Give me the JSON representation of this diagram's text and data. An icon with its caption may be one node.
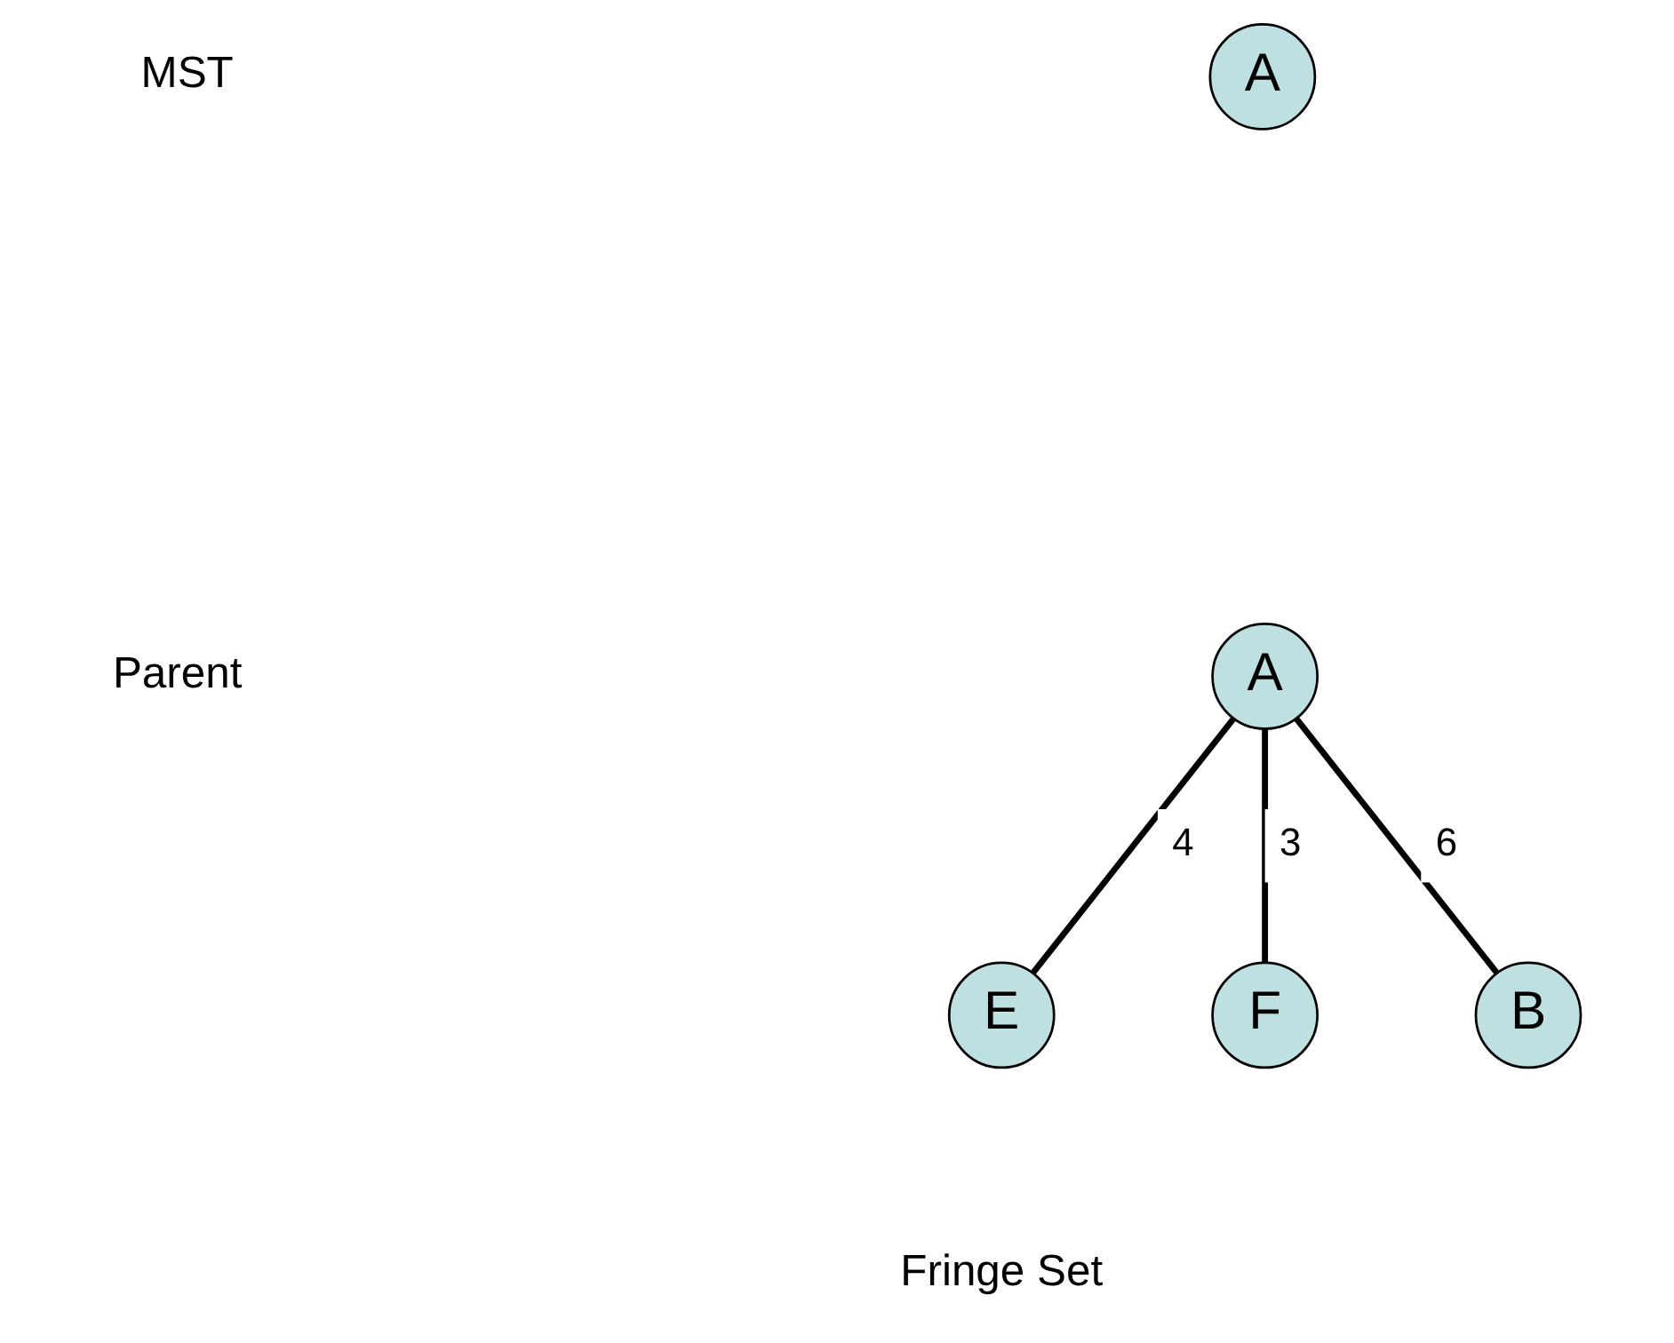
{
  "diagram": {
    "nodes": [
      {
        "text": [
          "A"
        ]
      },
      {
        "text": [
          "A"
        ]
      },
      {
        "text": [
          "E"
        ]
      },
      {
        "text": [
          "F"
        ]
      },
      {
        "text": [
          "B"
        ]
      }
    ],
    "edges": [
      {
        "from": 1,
        "to": 2,
        "arrow": "none",
        "label": "4"
      },
      {
        "from": 1,
        "to": 3,
        "arrow": "none",
        "label": "3"
      },
      {
        "from": 1,
        "to": 4,
        "arrow": "none",
        "label": "6"
      }
    ],
    "labels": [
      "MST",
      "Parent",
      "Fringe Set"
    ]
  }
}
